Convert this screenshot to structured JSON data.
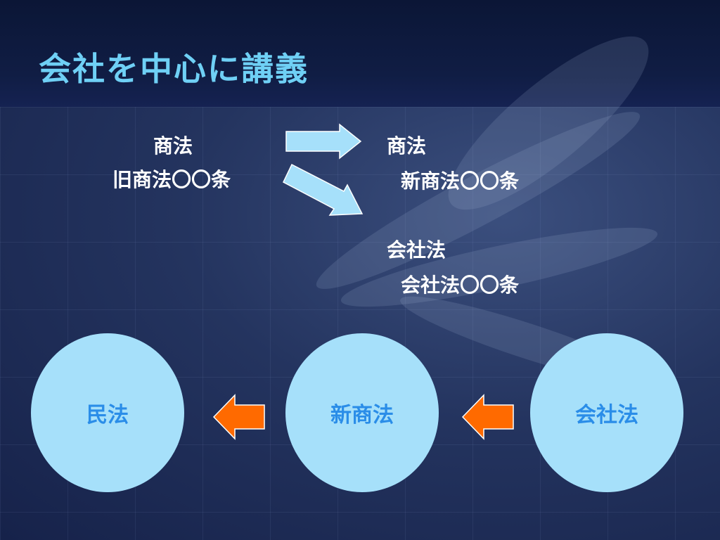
{
  "slide": {
    "title": "会社を中心に講義"
  },
  "mapping": {
    "old": {
      "heading": "商法",
      "article": "旧商法〇〇条"
    },
    "new_commercial": {
      "heading": "商法",
      "article": "新商法〇〇条"
    },
    "company": {
      "heading": "会社法",
      "article": "会社法〇〇条"
    }
  },
  "circles": [
    {
      "label": "民法"
    },
    {
      "label": "新商法"
    },
    {
      "label": "会社法"
    }
  ],
  "colors": {
    "title": "#6fd0f5",
    "circle_fill": "#a6e0fa",
    "circle_text": "#2a8de8",
    "light_arrow": "#a6e0fa",
    "orange_arrow": "#ff6a00"
  }
}
